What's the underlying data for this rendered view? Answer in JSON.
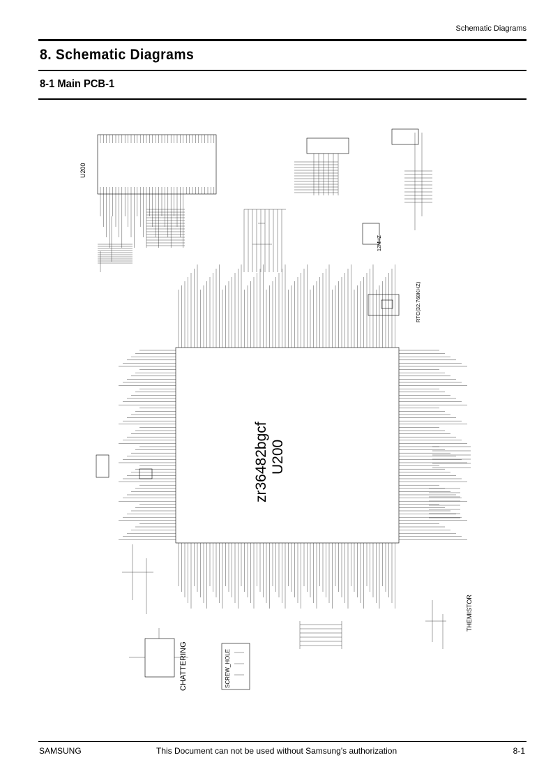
{
  "header": {
    "running_title": "Schematic Diagrams"
  },
  "section": {
    "title": "8. Schematic Diagrams",
    "subtitle": "8-1 Main PCB-1"
  },
  "schematic": {
    "chip_part": "zr36482bgcf",
    "chip_ref": "U200",
    "small_chip_ref": "U200",
    "crystal_label": "12MHZ",
    "rtc_label": "RTC(32.768KHZ)",
    "thermistor_label": "THEMISTOR",
    "chattering_label": "CHATTERING",
    "screw_hole_label": "SCREW_HOLE"
  },
  "footer": {
    "brand": "SAMSUNG",
    "notice": "This Document can not be used without Samsung's authorization",
    "page": "8-1"
  }
}
